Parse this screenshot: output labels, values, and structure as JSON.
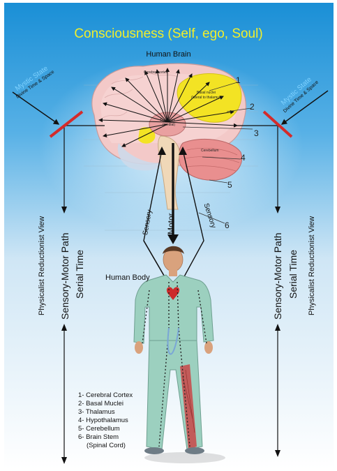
{
  "title": "Consciousness (Self, ego, Soul)",
  "brain_label": "Human Brain",
  "body_label": "Human Body",
  "brain_parts": {
    "cortex": "Cerebral cortex",
    "basal": "Basal nuclei",
    "basal_sub": "(lateral to thalamus)",
    "thalamus": "Thalamus",
    "thalamus_sub": "(medial)",
    "cerebellum": "Cerebellum"
  },
  "numbers": [
    "1",
    "2",
    "3",
    "4",
    "5",
    "6"
  ],
  "paths": {
    "sensory_left": "Sensory",
    "motor": "Motor",
    "sensory_right": "Sensory"
  },
  "left": {
    "mystic": "Mystic State",
    "divine": "Divine Time & Space",
    "view": "Physicalist Reductionist View",
    "path": "Sensory-Motor Path",
    "time": "Serial Time"
  },
  "right": {
    "mystic": "Mystic State",
    "divine": "Divine Time & Space",
    "view": "Physicalist Reductionist View",
    "path": "Sensory-Motor Path",
    "time": "Serial Time"
  },
  "legend": [
    "1- Cerebral Cortex",
    "2- Basal Muclei",
    "3- Thalamus",
    "4- Hypothalamus",
    "5- Cerebellum",
    "6- Brain Stem",
    "(Spinal Cord)"
  ],
  "colors": {
    "title": "#f2ef2a",
    "sky_top": "#1a8fd6",
    "mystic": "#7fd2ff",
    "bar": "#d42b2b"
  }
}
